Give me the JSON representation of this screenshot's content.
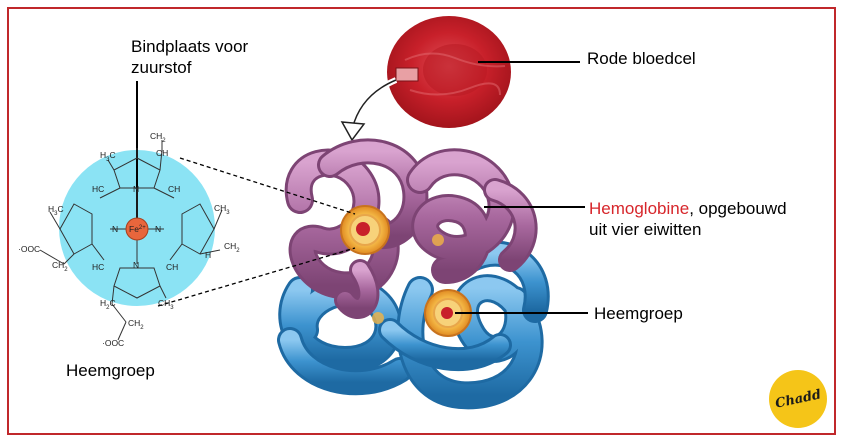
{
  "labels": {
    "binding_site_line1": "Bindplaats voor",
    "binding_site_line2": "zuurstof",
    "red_blood_cell": "Rode bloedcel",
    "hemoglobin_highlight": "Hemoglobine",
    "hemoglobin_rest_line1": ", opgebouwd",
    "hemoglobin_line2": "uit vier eiwitten",
    "heme_group_right": "Heemgroep",
    "heme_group_left": "Heemgroep"
  },
  "heme_structure": {
    "atoms": {
      "iron": "Fe",
      "iron_charge": "2+",
      "nitrogen": "N",
      "ch2_top": "CH",
      "ch_top": "CH",
      "h3c_top": "H",
      "c_top": "C",
      "hc_left": "HC",
      "ch_right": "CH",
      "h3c_left": "H",
      "ch3_right": "CH",
      "hc_bottom": "HC",
      "ch_bottom": "CH",
      "h_vinyl": "H",
      "ch2_vinyl": "CH",
      "ch2_left": "CH",
      "ooc_left": "·OOC",
      "h2c_bottom": "H",
      "ch2_bottom": "CH",
      "ooc_bottom": "·OOC",
      "ch3_bottom": "CH",
      "sub2": "2",
      "sub3": "3"
    }
  },
  "logo": {
    "text": "Chadd"
  },
  "colors": {
    "frame": "#c0282b",
    "highlight": "#d7262b",
    "purple_chain": "#a9699f",
    "blue_chain": "#3d93cf",
    "heme_circle": "#8be3f4",
    "rbc": "#c8202a",
    "logo": "#f5c518"
  }
}
